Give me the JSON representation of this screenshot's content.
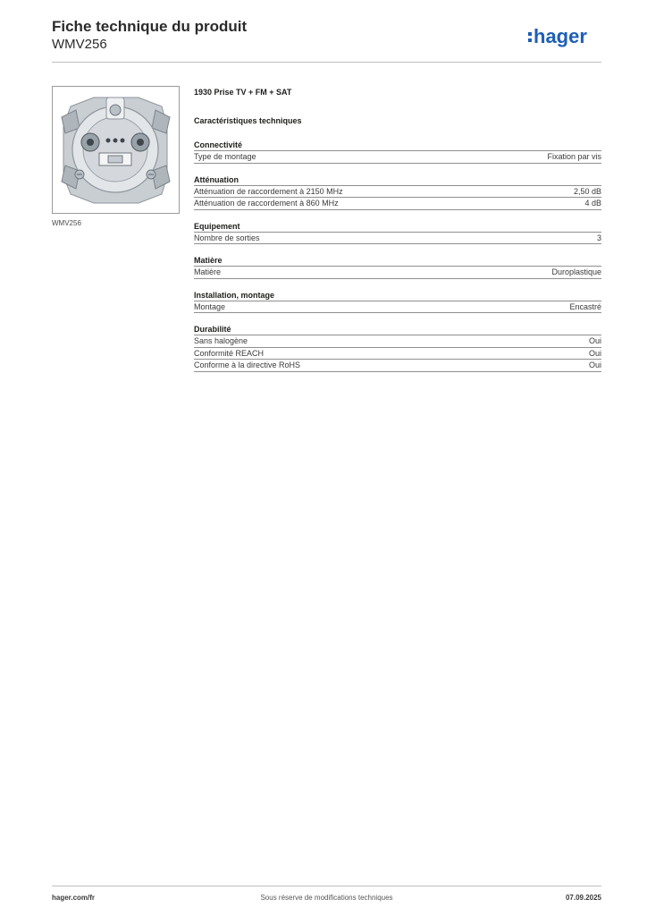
{
  "header": {
    "title": "Fiche technique du produit",
    "subtitle": "WMV256",
    "logo_text": "hager",
    "logo_color": "#1d5fb4"
  },
  "product": {
    "image_caption": "WMV256",
    "name": "1930 Prise TV + FM + SAT"
  },
  "specs": {
    "heading": "Caractéristiques techniques",
    "groups": [
      {
        "title": "Connectivité",
        "rows": [
          {
            "label": "Type de montage",
            "value": "Fixation par vis"
          }
        ]
      },
      {
        "title": "Atténuation",
        "rows": [
          {
            "label": "Atténuation de raccordement à 2150 MHz",
            "value": "2,50 dB"
          },
          {
            "label": "Atténuation de raccordement à 860 MHz",
            "value": "4 dB"
          }
        ]
      },
      {
        "title": "Equipement",
        "rows": [
          {
            "label": "Nombre de sorties",
            "value": "3"
          }
        ]
      },
      {
        "title": "Matière",
        "rows": [
          {
            "label": "Matière",
            "value": "Duroplastique"
          }
        ]
      },
      {
        "title": "Installation, montage",
        "rows": [
          {
            "label": "Montage",
            "value": "Encastré"
          }
        ]
      },
      {
        "title": "Durabilité",
        "rows": [
          {
            "label": "Sans halogène",
            "value": "Oui"
          },
          {
            "label": "Conformité REACH",
            "value": "Oui"
          },
          {
            "label": "Conforme à la directive RoHS",
            "value": "Oui"
          }
        ]
      }
    ]
  },
  "footer": {
    "website": "hager.com/fr",
    "disclaimer": "Sous réserve de modifications techniques",
    "date": "07.09.2025"
  }
}
